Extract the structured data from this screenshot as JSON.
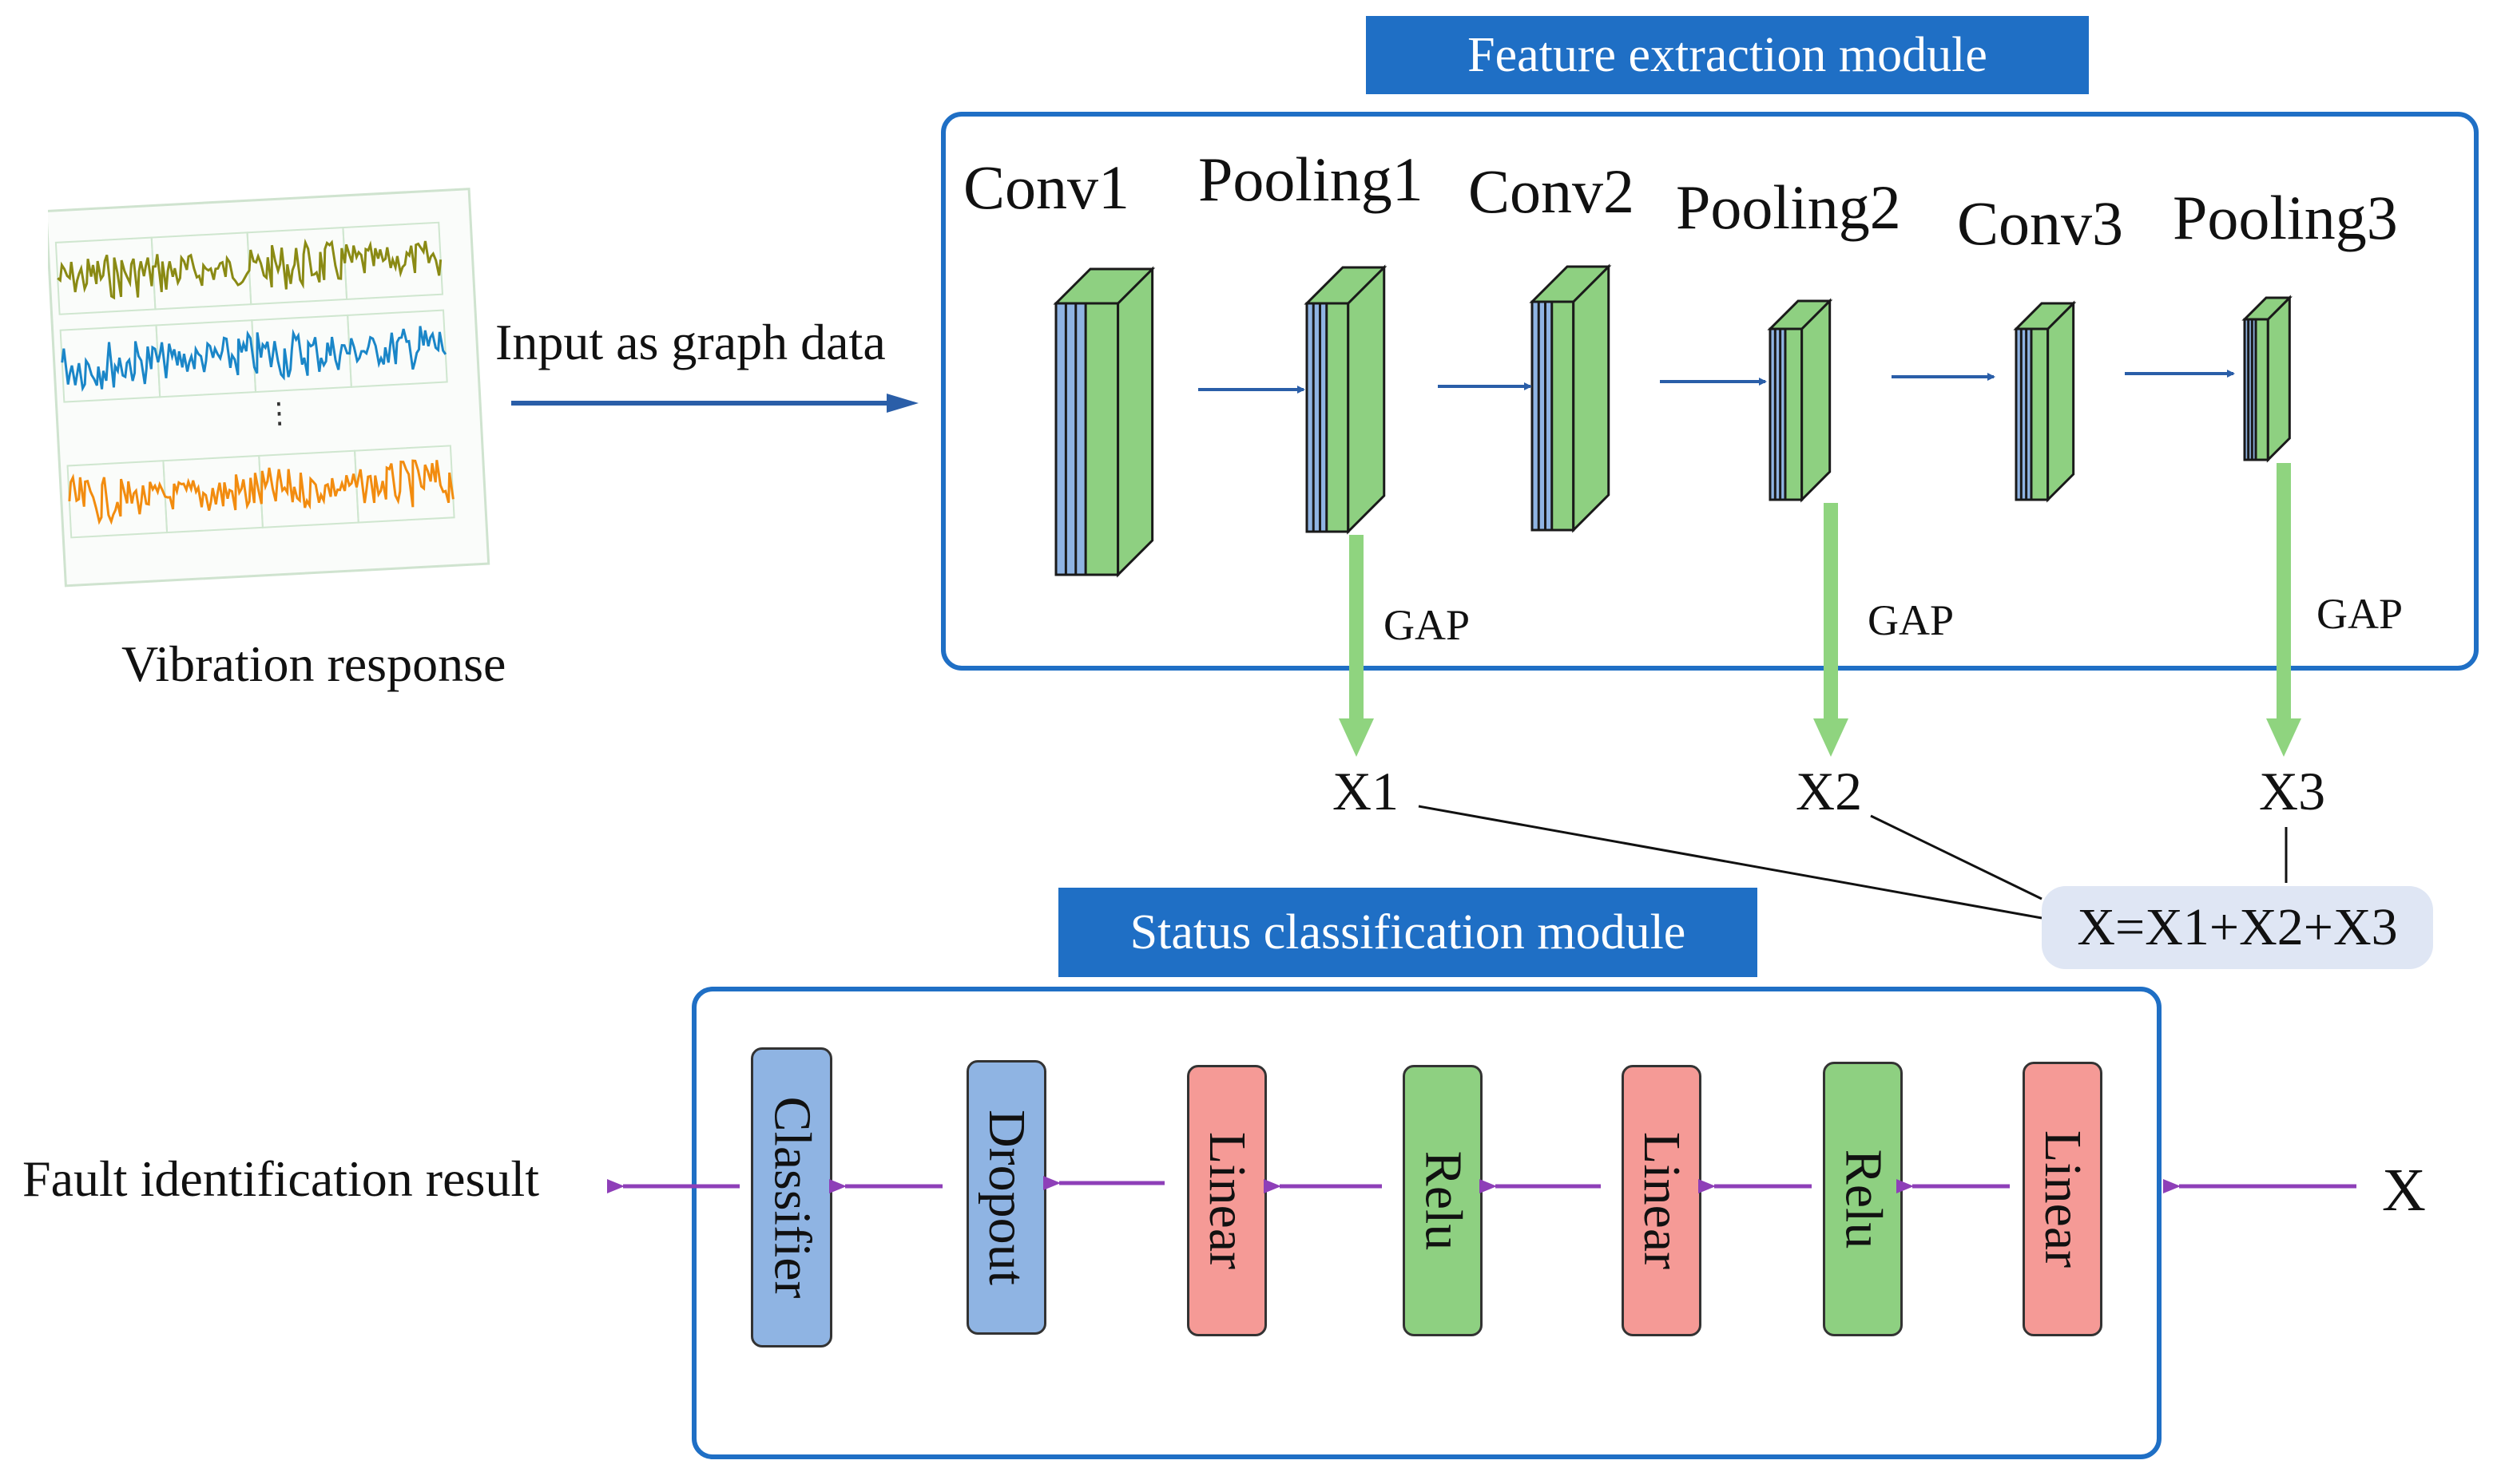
{
  "input": {
    "caption": "Vibration response",
    "arrow_label": "Input as graph data",
    "signal_colors": [
      "#8a8a14",
      "#1a86c8",
      "#f28c0f"
    ]
  },
  "feature_module": {
    "title": "Feature extraction module",
    "layers": [
      {
        "label": "Conv1"
      },
      {
        "label": "Pooling1"
      },
      {
        "label": "Conv2"
      },
      {
        "label": "Pooling2"
      },
      {
        "label": "Conv3"
      },
      {
        "label": "Pooling3"
      }
    ],
    "gap_label": "GAP",
    "outputs": [
      "X1",
      "X2",
      "X3"
    ],
    "colors": {
      "feature_blue": "#8fb4e3",
      "feature_green": "#8ed081",
      "gap_arrow": "#8fd47f"
    }
  },
  "fusion": {
    "formula": "X=X1+X2+X3"
  },
  "classification_module": {
    "title": "Status classification module",
    "input_label": "X",
    "output_label": "Fault identification result",
    "layers": [
      {
        "label": "Classifier",
        "color": "#8fb4e3"
      },
      {
        "label": "Dropout",
        "color": "#8fb4e3"
      },
      {
        "label": "Linear",
        "color": "#f59a96"
      },
      {
        "label": "Relu",
        "color": "#8ed081"
      },
      {
        "label": "Linear",
        "color": "#f59a96"
      },
      {
        "label": "Relu",
        "color": "#8ed081"
      },
      {
        "label": "Linear",
        "color": "#f59a96"
      }
    ],
    "arrow_color": "#8e3fb8"
  },
  "colors": {
    "module_blue": "#1f6fc5",
    "flow_arrow": "#2a5ea8",
    "formula_bg": "#dfe6f4"
  }
}
